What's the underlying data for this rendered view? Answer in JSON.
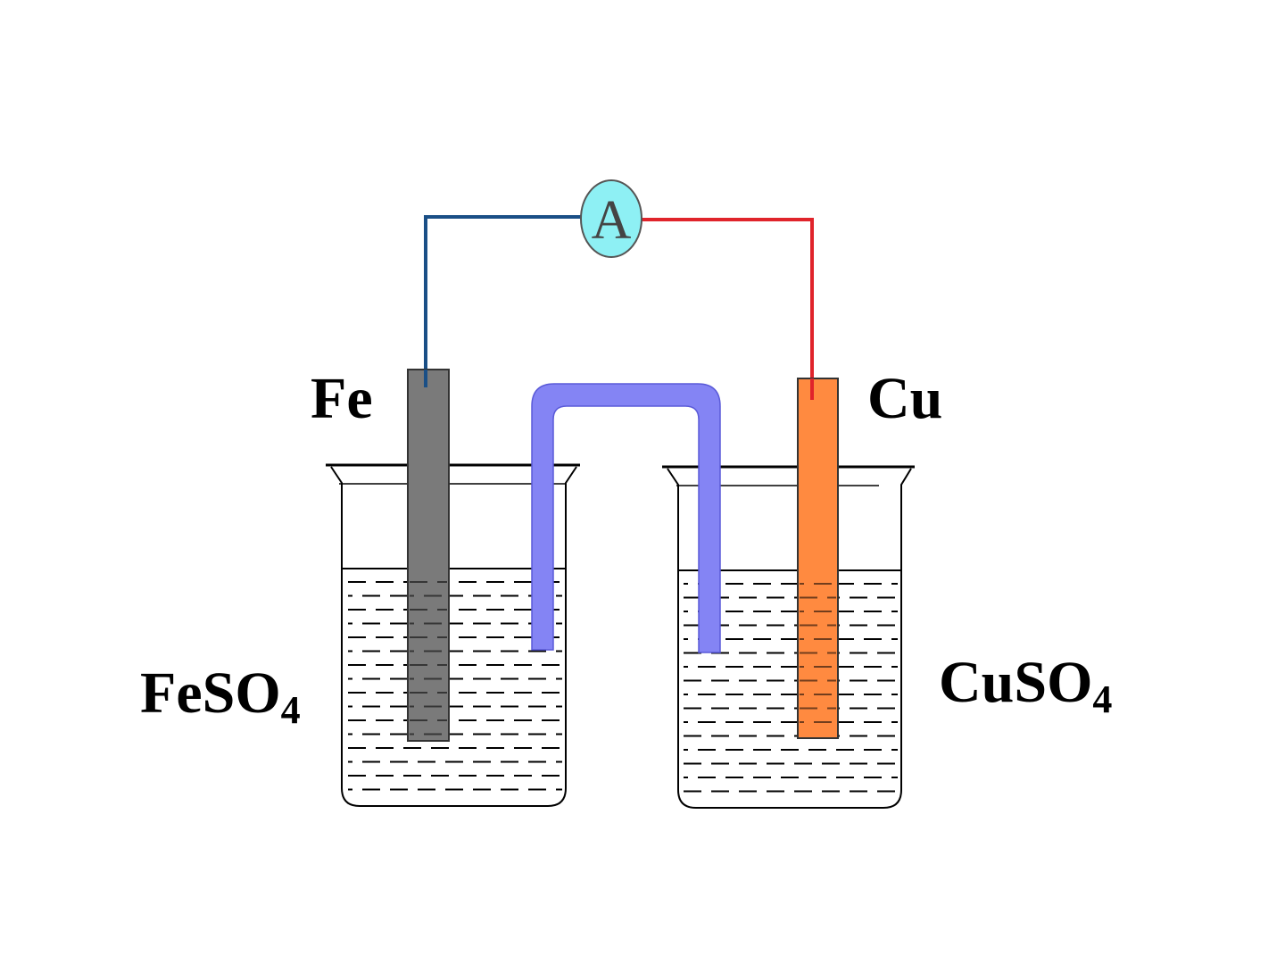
{
  "labels": {
    "left_electrode": "Fe",
    "right_electrode": "Cu",
    "left_solution_main": "FeSO",
    "left_solution_sub": "4",
    "right_solution_main": "CuSO",
    "right_solution_sub": "4",
    "meter": "A"
  },
  "colors": {
    "wire_left": "#1a4f86",
    "wire_right": "#e0242b",
    "meter_fill": "#8ef0f4",
    "fe_electrode": "#7a7a7a",
    "cu_electrode": "#ff8a40",
    "salt_bridge": "#8484f4",
    "liquid_lines": "#000000",
    "beaker_outline": "#000000"
  },
  "icons": {
    "meter": "ammeter-icon"
  }
}
